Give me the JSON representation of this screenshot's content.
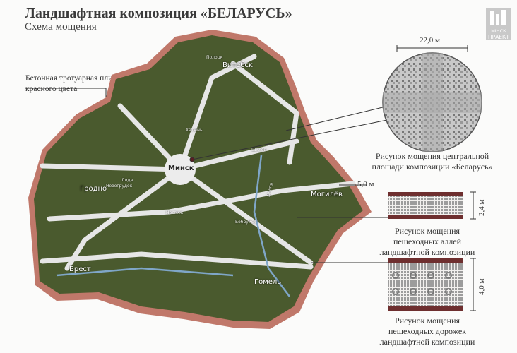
{
  "header": {
    "title": "Ландшафтная композиция «БЕЛАРУСЬ»",
    "subtitle": "Схема мощения"
  },
  "logo": {
    "line1": "МІНСК",
    "line2": "ПРАЕКТ"
  },
  "annotation": {
    "line1": "Бетонная тротуарная плитка",
    "line2": "красного цвета"
  },
  "map": {
    "cities": {
      "vitebsk": "Витебск",
      "minsk": "Минск",
      "grodno": "Гродно",
      "mogilev": "Могилёв",
      "brest": "Брест",
      "gomel": "Гомель"
    },
    "places": {
      "polotsk": "Полоцк",
      "khatyn": "Хатынь",
      "shklov": "Шклов",
      "lida": "Лида",
      "novogrudok": "Новогрудок",
      "nesvizh": "Несвиж",
      "bobruisk": "Бобруйск",
      "dnepr": "Днепр"
    }
  },
  "central_square": {
    "dimension": "22,0 м",
    "caption_line1": "Рисунок мощения центральной",
    "caption_line2": "площади композиции «Беларусь»"
  },
  "border_dimension": "5,0 м",
  "alley": {
    "dimension": "2,4 м",
    "caption_line1": "Рисунок мощения",
    "caption_line2": "пешеходных аллей",
    "caption_line3": "ландшафтной композиции"
  },
  "path": {
    "dimension": "4,0 м",
    "caption_line1": "Рисунок мощения",
    "caption_line2": "пешеходных дорожек",
    "caption_line3": "ландшафтной композиции"
  },
  "colors": {
    "border": "#c0786a",
    "forest": "#4a5a2e",
    "road": "#e6e6e6",
    "brick": "#6e2f2f"
  }
}
